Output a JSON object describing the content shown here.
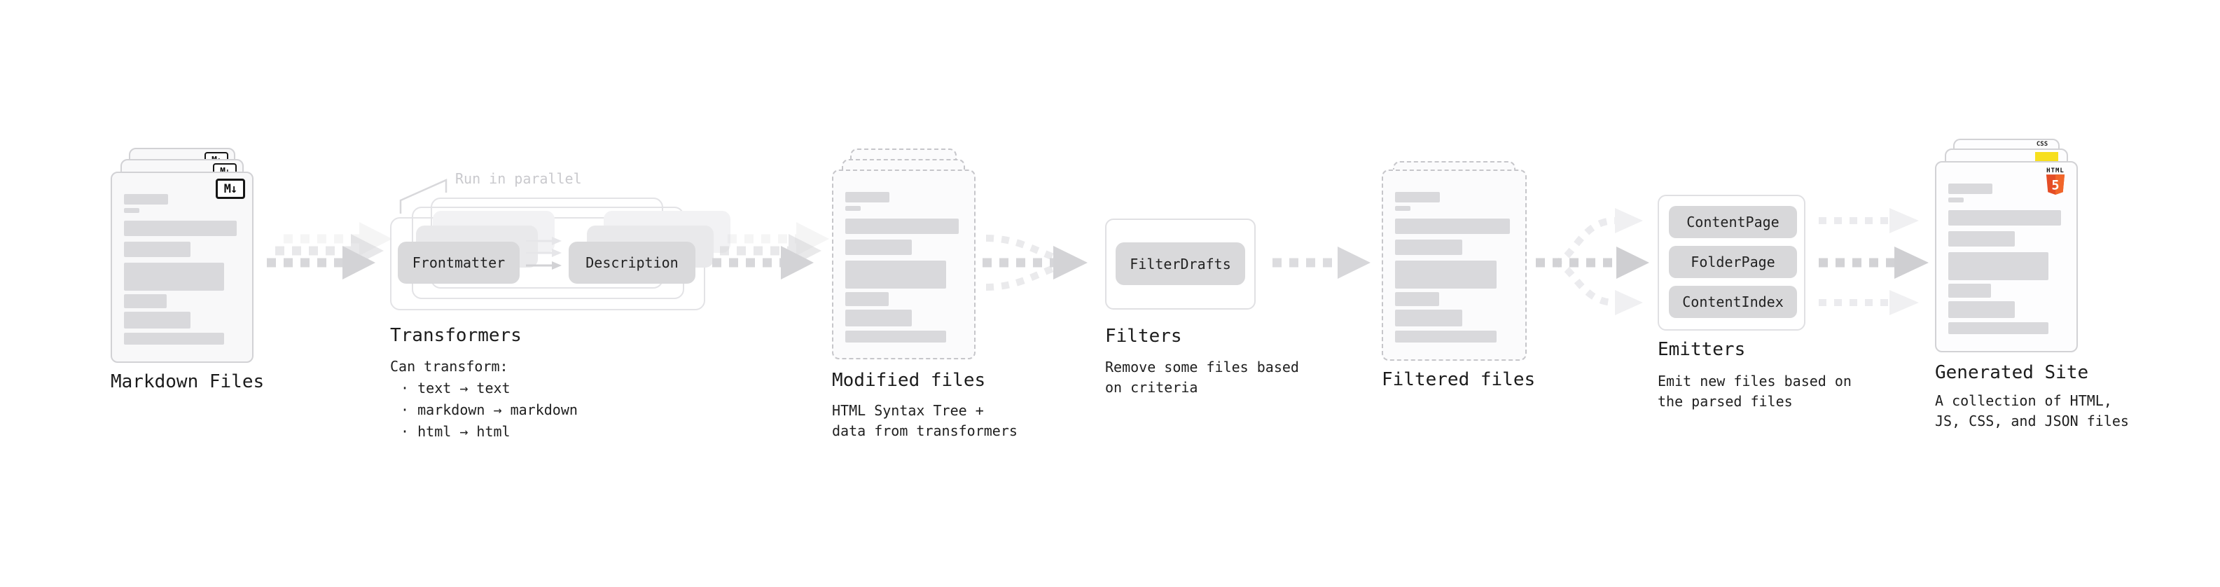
{
  "colors": {
    "arrow_main": "#d3d3d6",
    "arrow_faint": "#ededf0",
    "card_border": "#d2d2d5",
    "dashed_border": "#c6c6ca",
    "bar_fill": "#d9d9dc",
    "pill_fill": "#d9d9db",
    "outline_box": "#e3e3e6",
    "faint_text": "#c9c9cd",
    "text": "#1f1f1f",
    "html5_orange": "#e44d26",
    "html5_orange_light": "#f16529",
    "js_yellow": "#f7df1e",
    "css_blue": "#2964f2"
  },
  "stages": {
    "markdown_files": {
      "title": "Markdown Files",
      "icon_text": "M↓"
    },
    "transformers": {
      "title": "Transformers",
      "annotation": "Run in parallel",
      "step1": "Frontmatter",
      "step2": "Description",
      "caption_heading": "Can transform:",
      "bullets": [
        " · text → text",
        " · markdown → markdown",
        " · html → html"
      ]
    },
    "modified_files": {
      "title": "Modified files",
      "caption": "HTML Syntax Tree +\ndata from transformers"
    },
    "filters": {
      "title": "Filters",
      "button": "FilterDrafts",
      "caption": "Remove some files based\non criteria"
    },
    "filtered_files": {
      "title": "Filtered files"
    },
    "emitters": {
      "title": "Emitters",
      "buttons": [
        "ContentPage",
        "FolderPage",
        "ContentIndex"
      ],
      "caption": "Emit new files based on\nthe parsed files"
    },
    "generated_site": {
      "title": "Generated Site",
      "caption": "A collection of HTML,\nJS, CSS, and JSON files",
      "html5_label": "HTML",
      "html5_number": "5",
      "css_label": "CSS"
    }
  }
}
